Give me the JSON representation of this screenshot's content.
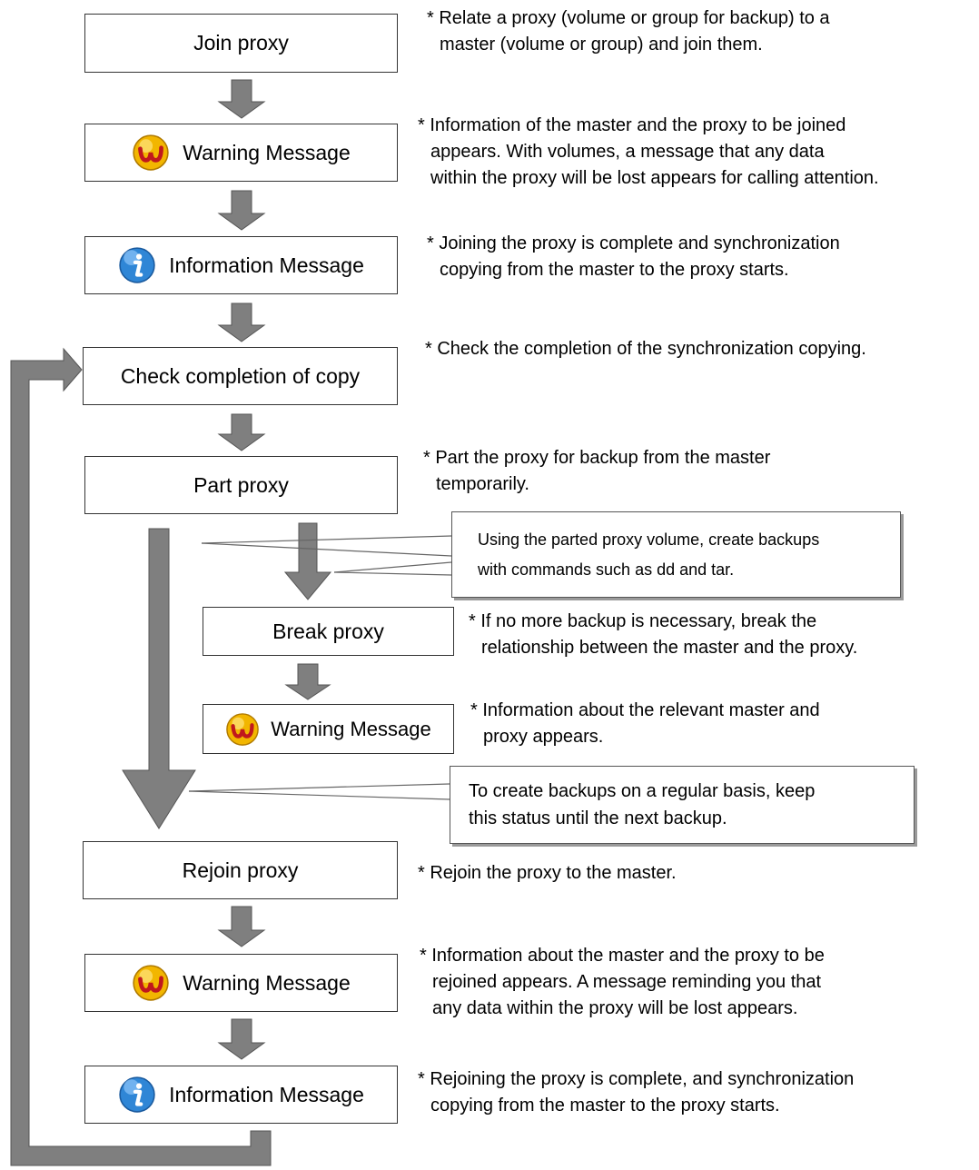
{
  "steps": [
    {
      "id": "join-proxy",
      "label": "Join proxy",
      "icon": null
    },
    {
      "id": "warning-1",
      "label": "Warning Message",
      "icon": "warning-icon"
    },
    {
      "id": "information-1",
      "label": "Information Message",
      "icon": "information-icon"
    },
    {
      "id": "check-completion",
      "label": "Check completion of copy",
      "icon": null
    },
    {
      "id": "part-proxy",
      "label": "Part proxy",
      "icon": null
    },
    {
      "id": "break-proxy",
      "label": "Break proxy",
      "icon": null
    },
    {
      "id": "warning-2",
      "label": "Warning Message",
      "icon": "warning-icon"
    },
    {
      "id": "rejoin-proxy",
      "label": "Rejoin proxy",
      "icon": null
    },
    {
      "id": "warning-3",
      "label": "Warning Message",
      "icon": "warning-icon"
    },
    {
      "id": "information-2",
      "label": "Information Message",
      "icon": "information-icon"
    }
  ],
  "notes": [
    [
      "* Relate a proxy (volume or group for backup) to a",
      "master (volume or group) and join them."
    ],
    [
      "* Information of the master and the proxy to be joined",
      "appears. With volumes, a message that any data",
      "within the proxy will be lost appears for calling attention."
    ],
    [
      "* Joining the proxy is complete and synchronization",
      "copying from the master to the proxy starts."
    ],
    [
      "* Check the completion of the synchronization copying."
    ],
    [
      "* Part the proxy for backup from the master",
      "temporarily."
    ],
    [
      "* If no more backup is necessary, break the",
      "relationship between the master and the proxy."
    ],
    [
      "* Information about the relevant master and",
      "proxy appears."
    ],
    [
      "* Rejoin the proxy to the master."
    ],
    [
      "* Information about the master and the proxy to be",
      "rejoined appears. A message reminding you that",
      "any data within the proxy will be lost appears."
    ],
    [
      "* Rejoining the proxy is complete, and synchronization",
      "copying from the master to the proxy starts."
    ]
  ],
  "callouts": [
    [
      "Using the parted proxy volume, create backups",
      "with commands such as dd and tar."
    ],
    [
      "To create backups on a regular basis, keep",
      "this status until the next backup."
    ]
  ],
  "colors": {
    "arrow": "#7f7f7f",
    "box_border": "#333333",
    "warning_icon": "#f2b600",
    "warning_glyph": "#c0181d",
    "information_icon": "#2f86d6"
  }
}
